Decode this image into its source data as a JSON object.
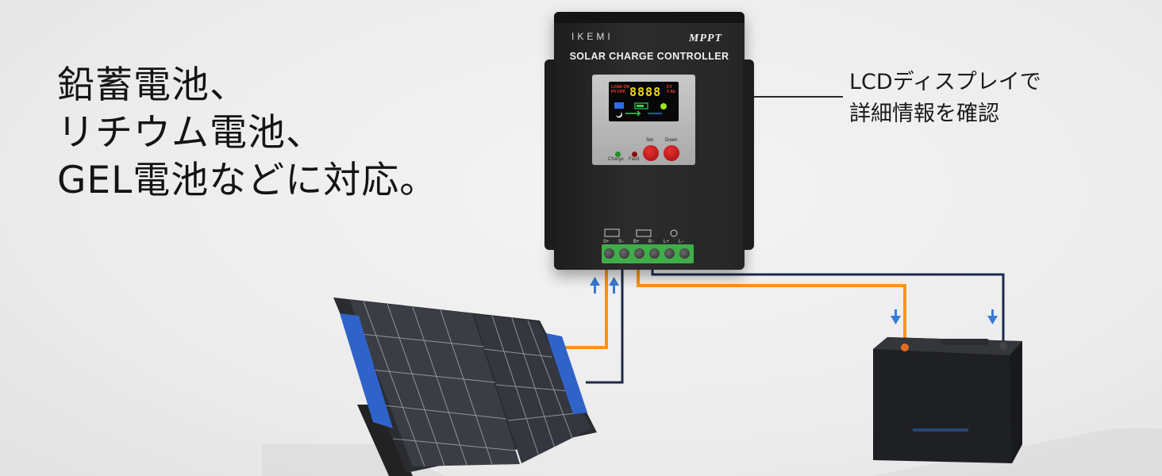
{
  "headline": {
    "line1": "鉛蓄電池、",
    "line2": "リチウム電池、",
    "line3": "GEL電池などに対応。"
  },
  "callout": {
    "line1": "LCDディスプレイで",
    "line2": "詳細情報を確認"
  },
  "controller": {
    "brand": "IKEMI",
    "badge": "MPPT",
    "model": "SOLAR CHARGE CONTROLLER",
    "lcd_digits": "8888",
    "lcd_left_top": "LOAD ON",
    "lcd_left_bottom": "PV OFF",
    "lcd_right_top": "CV",
    "lcd_right_bottom": "V Ah",
    "led_charge": "Charge",
    "led_fault": "Fault",
    "button_set": "Set",
    "button_down": "Down",
    "terminals": [
      "S+",
      "S−",
      "B+",
      "B−",
      "L+",
      "L−"
    ]
  },
  "colors": {
    "positive_wire": "#f7931e",
    "negative_wire": "#1c2a4a",
    "arrow": "#3a7bd5",
    "terminal_block": "#3fae49"
  }
}
